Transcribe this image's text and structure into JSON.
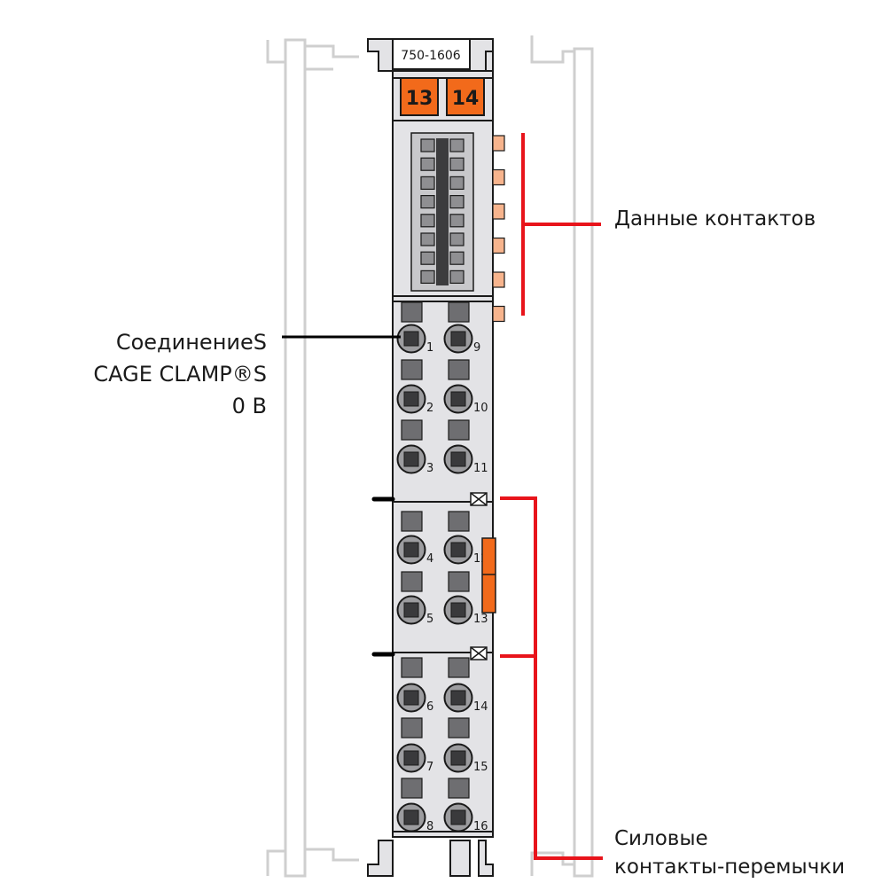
{
  "module": {
    "part_number": "750-1606",
    "channel_badges": [
      "13",
      "14"
    ],
    "terminal_numbers": [
      "1",
      "9",
      "2",
      "10",
      "3",
      "11",
      "4",
      "12",
      "5",
      "13",
      "6",
      "14",
      "7",
      "15",
      "8",
      "16"
    ]
  },
  "labels": {
    "data_contacts": "Данные контактов",
    "cage_clamp_line1": "СоединениеS",
    "cage_clamp_line2": "CAGE CLAMP®S",
    "cage_clamp_line3": "0 В",
    "power_jumper_line1": "Силовые",
    "power_jumper_line2": "контакты-перемычки"
  },
  "colors": {
    "housing": "#e3e3e6",
    "outline": "#1a1a1a",
    "badge_orange": "#f26a1b",
    "contact_peach": "#f7b48d",
    "callout_red": "#e8141b",
    "callout_black": "#000000",
    "ghost_outline": "#cfcfcf"
  },
  "icons": [
    "cage-clamp-terminal-icon",
    "led-indicator-icon",
    "data-contact-icon",
    "power-jumper-contact-icon"
  ]
}
